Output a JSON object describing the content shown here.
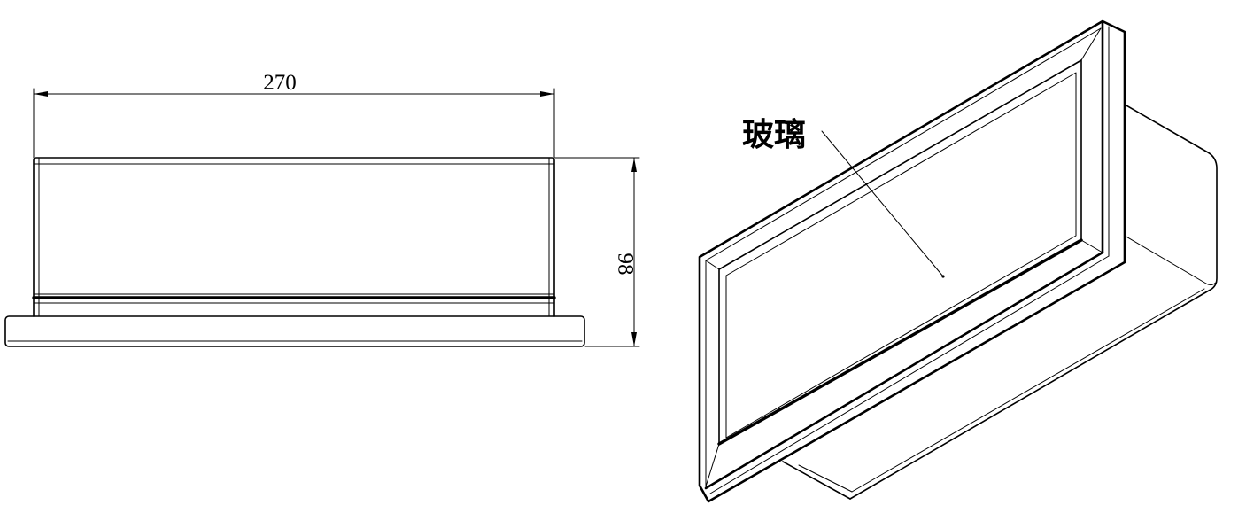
{
  "front_view": {
    "width_dimension": "270",
    "height_dimension": "98"
  },
  "isometric_view": {
    "glass_label": "玻璃"
  },
  "colors": {
    "line": "#000000",
    "background": "#ffffff"
  }
}
